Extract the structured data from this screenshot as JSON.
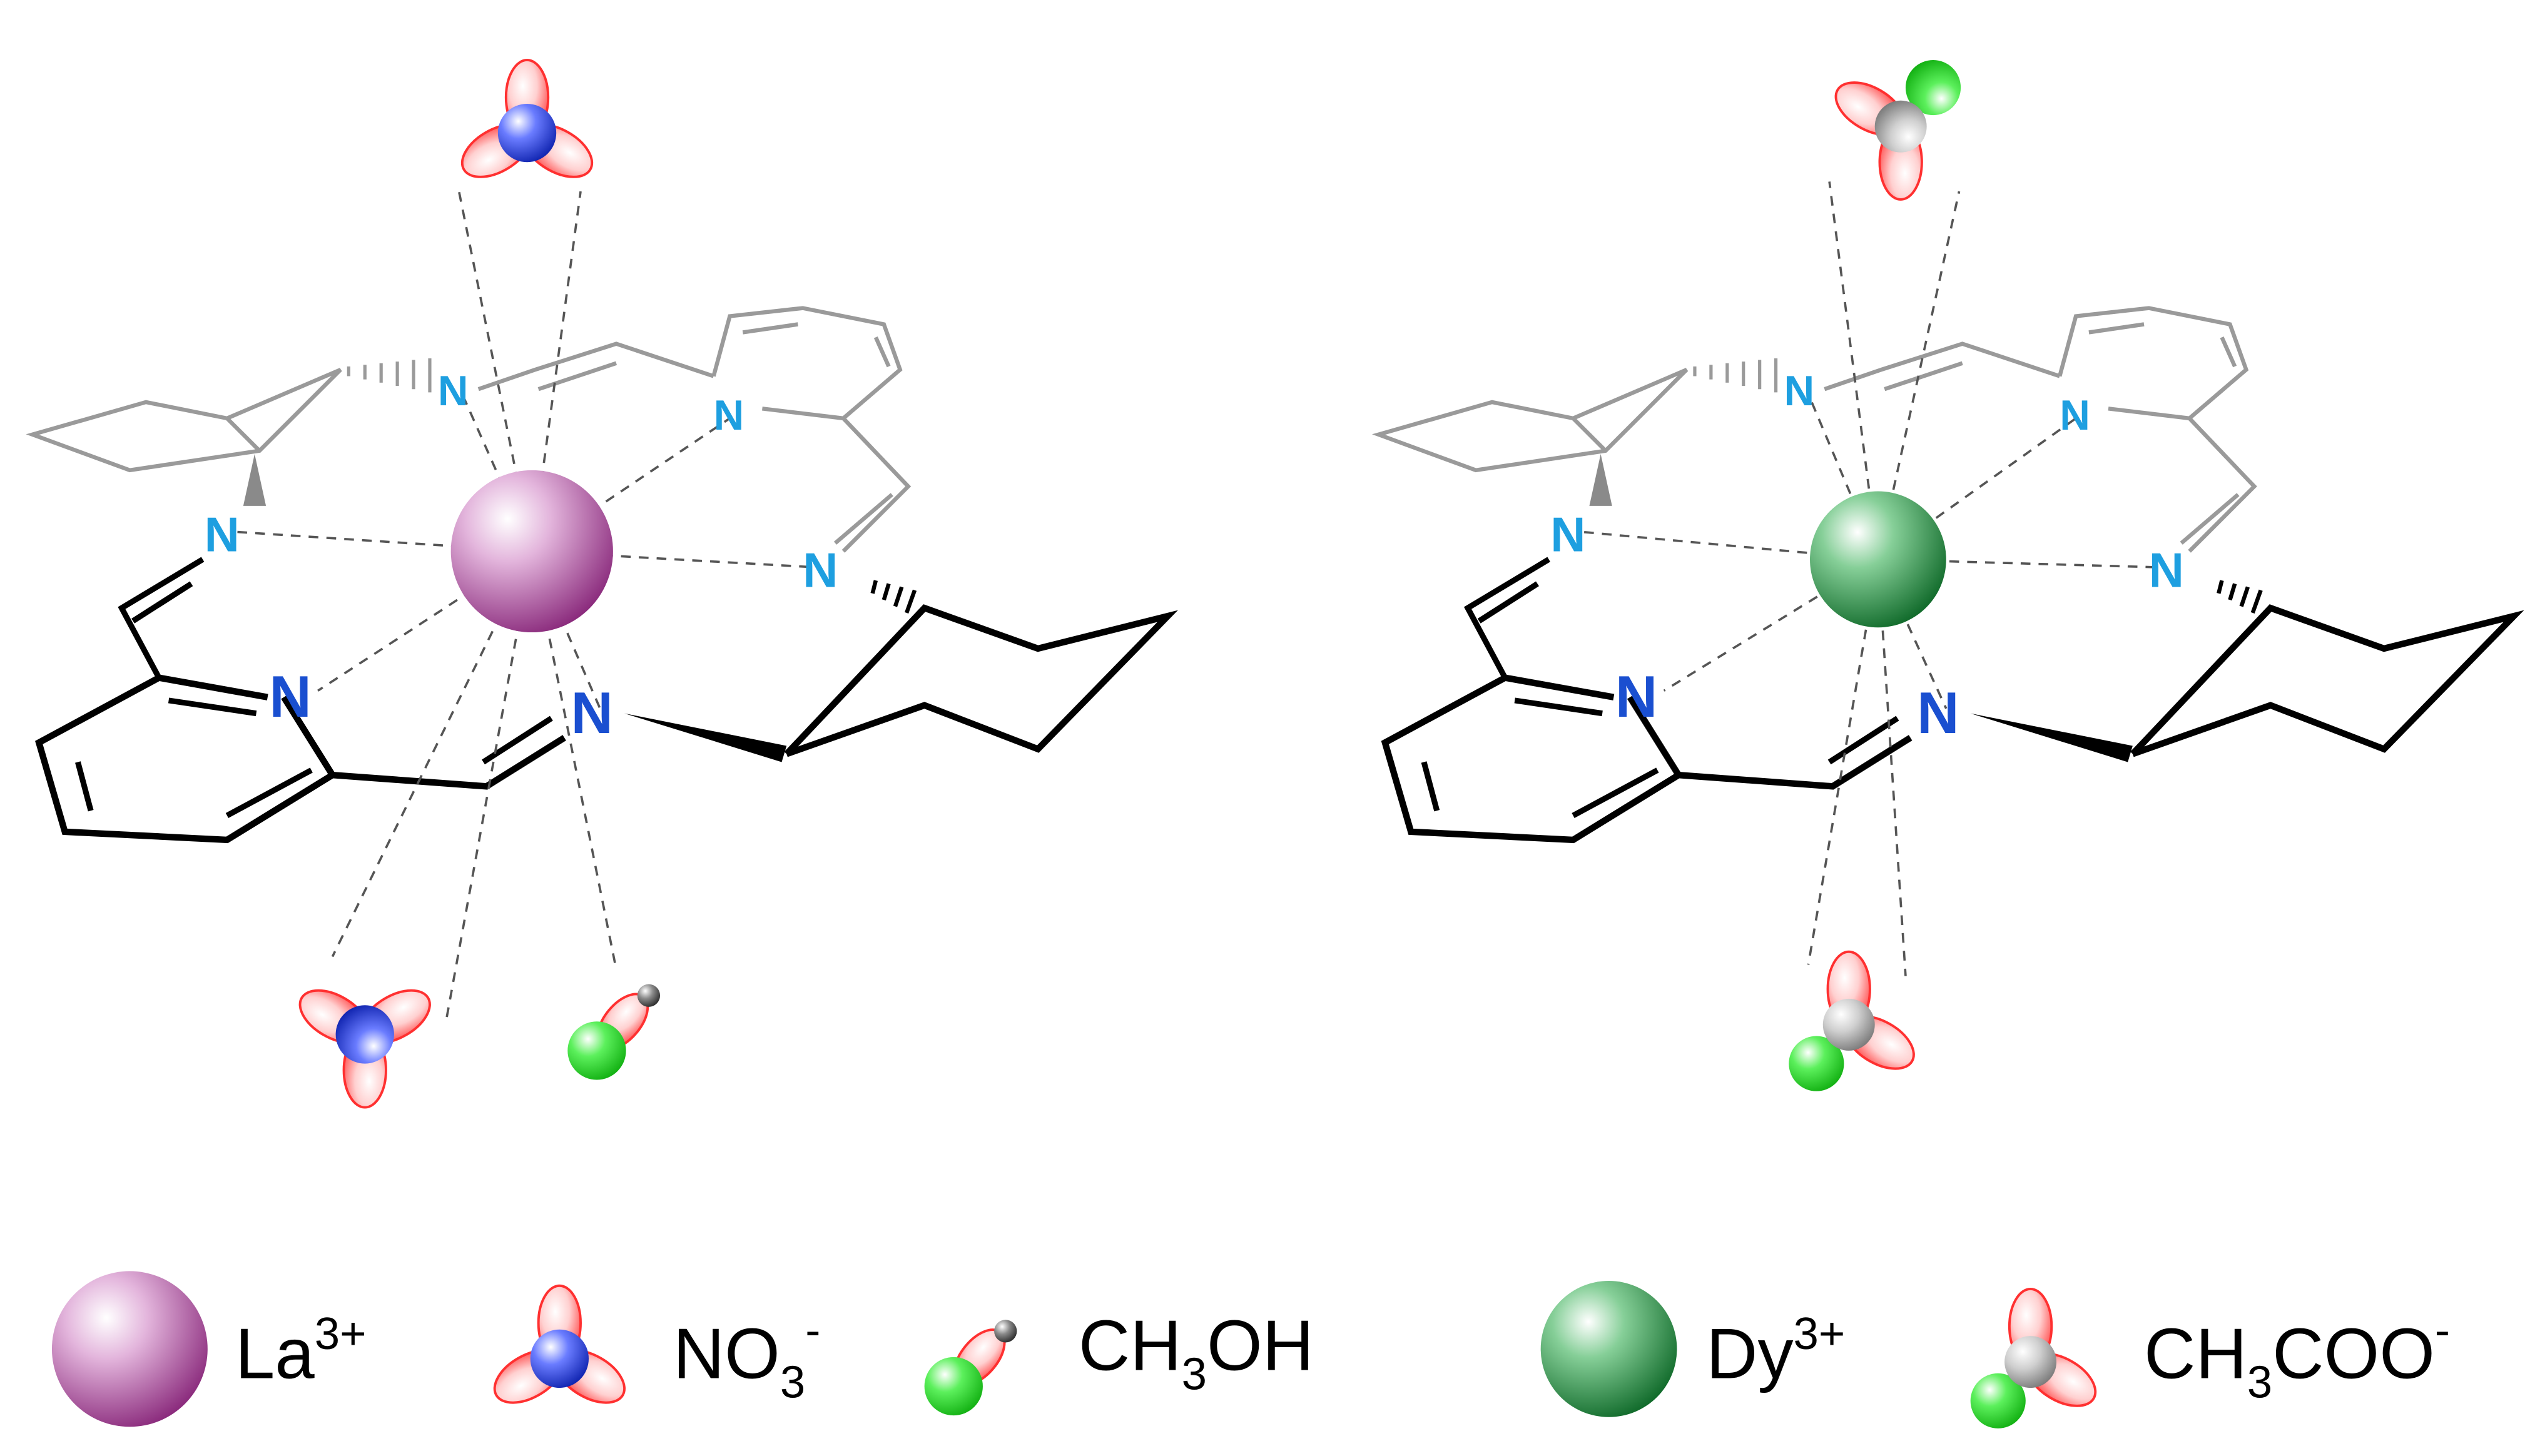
{
  "complex_left": {
    "metal_color": "#a0358f",
    "labels": {
      "n1": "N",
      "n2": "N",
      "n3": "N",
      "n4": "N",
      "n5": "N",
      "n6": "N"
    }
  },
  "complex_right": {
    "metal_color": "#1a8f3a",
    "labels": {
      "n1": "N",
      "n2": "N",
      "n3": "N",
      "n4": "N",
      "n5": "N",
      "n6": "N"
    }
  },
  "colors": {
    "nitrogen_label": "#1e9fe0",
    "nitrogen_label_bold": "#1a4fd0",
    "oxygen": "#ff4a4a",
    "nitrogen_atom": "#2a3fe0",
    "carbon_atom": "#aaaaaa",
    "methyl": "#22d022",
    "hydrogen": "#555555"
  },
  "legend": {
    "la": {
      "base": "La",
      "sup": "3+"
    },
    "nitrate": {
      "base": "NO",
      "sub": "3",
      "sup": "-"
    },
    "methanol": {
      "p1": "CH",
      "sub": "3",
      "p2": "OH"
    },
    "dy": {
      "base": "Dy",
      "sup": "3+"
    },
    "acetate": {
      "p1": "CH",
      "sub": "3",
      "p2": "COO",
      "sup": "-"
    }
  }
}
